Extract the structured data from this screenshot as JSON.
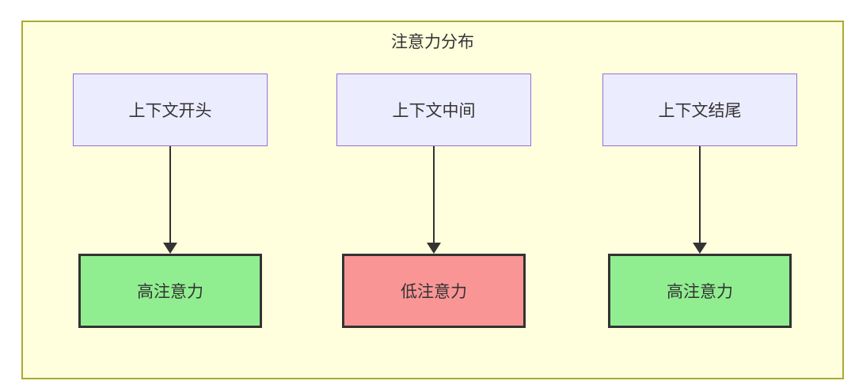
{
  "diagram": {
    "title": "注意力分布",
    "columns": [
      {
        "source": "上下文开头",
        "target": "高注意力",
        "target_fill": "#90EE90",
        "attention_level": "high"
      },
      {
        "source": "上下文中间",
        "target": "低注意力",
        "target_fill": "#F99595",
        "attention_level": "low"
      },
      {
        "source": "上下文结尾",
        "target": "高注意力",
        "target_fill": "#90EE90",
        "attention_level": "high"
      }
    ],
    "colors": {
      "canvas_background": "#FFFFDE",
      "canvas_border": "#AAAA33",
      "source_fill": "#ECECFF",
      "source_border": "#9370DB",
      "target_border": "#333333",
      "high_attention_fill": "#90EE90",
      "low_attention_fill": "#F99595",
      "arrow": "#333333",
      "text": "#333333"
    }
  }
}
